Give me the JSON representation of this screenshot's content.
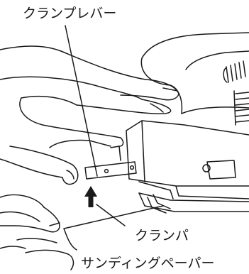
{
  "labels": {
    "clamp_lever": "クランプレバー",
    "clamp": "クランパ",
    "sanding_paper": "サンディングペーパー"
  },
  "colors": {
    "line": "#1a1a1a",
    "background": "#ffffff"
  }
}
